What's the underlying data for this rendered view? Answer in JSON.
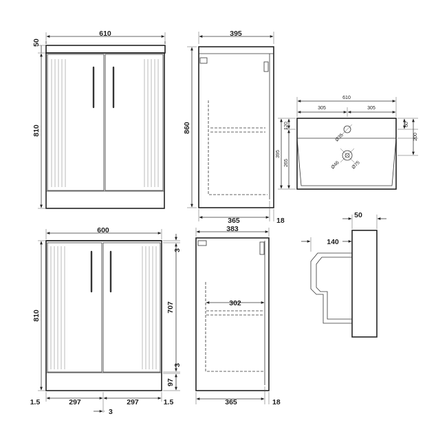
{
  "figure": {
    "dimensions": {
      "a610": "610",
      "a50": "50",
      "a810": "810",
      "a395": "395",
      "a860": "860",
      "a365": "365",
      "a18": "18",
      "a600": "600",
      "a383": "383",
      "a707": "707",
      "a3": "3",
      "a97": "97",
      "a1_5": "1.5",
      "a297": "297",
      "a302": "302",
      "a140": "140",
      "b610": "610",
      "b305": "305",
      "b120": "120",
      "b60": "60",
      "b200": "200",
      "b395": "395",
      "b265": "265",
      "b35": "Ø35",
      "b46": "Ø46",
      "b75": "Ø75"
    }
  }
}
